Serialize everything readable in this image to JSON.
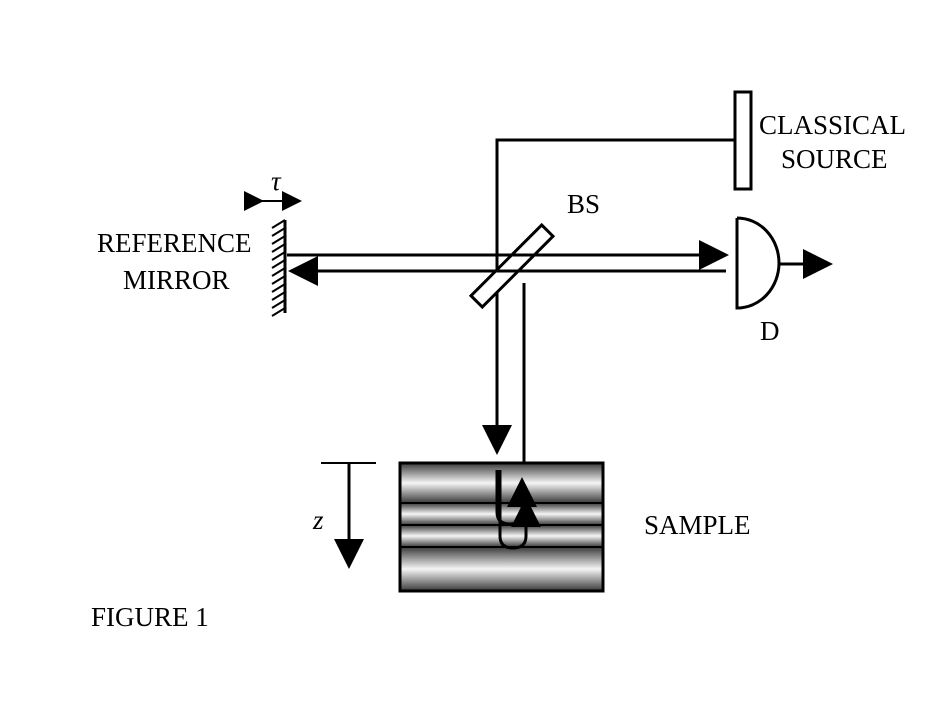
{
  "labels": {
    "classical_source_line1": "CLASSICAL",
    "classical_source_line2": "SOURCE",
    "beam_splitter": "BS",
    "reference_mirror_line1": "REFERENCE",
    "reference_mirror_line2": "MIRROR",
    "tau": "τ",
    "detector": "D",
    "sample": "SAMPLE",
    "depth": "z",
    "figure_caption": "FIGURE 1"
  }
}
